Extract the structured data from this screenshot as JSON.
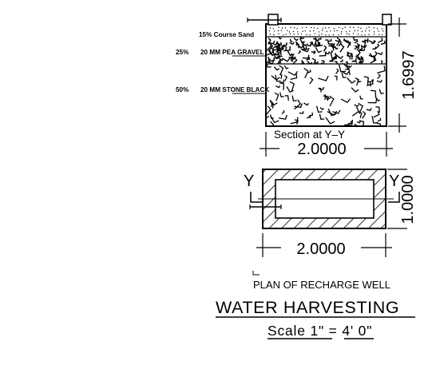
{
  "section_view": {
    "layers": [
      {
        "label": "15% Course Sand"
      },
      {
        "percent": "25%",
        "label": "20 MM PEA GRAVEL"
      },
      {
        "percent": "50%",
        "label": "20 MM STONE BLACK"
      }
    ],
    "caption": "Section at Y–Y",
    "width_dimension": "2.0000",
    "height_dimension": "1.6997"
  },
  "plan_view": {
    "section_marker_left": "Y",
    "section_marker_right": "Y",
    "width_dimension": "2.0000",
    "height_dimension": "1.0000",
    "caption": "PLAN OF RECHARGE WELL"
  },
  "title": "WATER HARVESTING",
  "scale": "Scale 1\" = 4' 0\""
}
